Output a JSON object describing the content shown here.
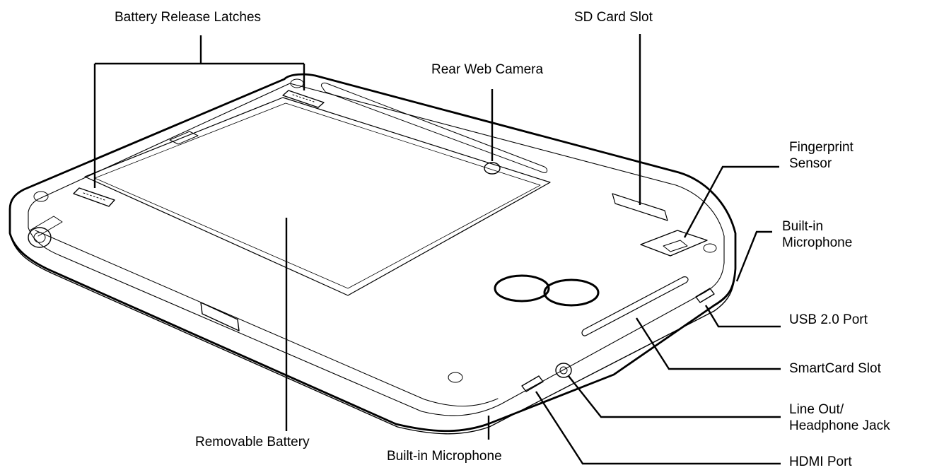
{
  "callouts": {
    "battery_release_latches": {
      "lines": [
        "Battery Release Latches"
      ]
    },
    "sd_card_slot": {
      "lines": [
        "SD Card Slot"
      ]
    },
    "rear_web_camera": {
      "lines": [
        "Rear Web Camera"
      ]
    },
    "fingerprint_sensor": {
      "lines": [
        "Fingerprint",
        "Sensor"
      ]
    },
    "builtin_microphone_right": {
      "lines": [
        "Built-in",
        "Microphone"
      ]
    },
    "usb_port": {
      "lines": [
        "USB 2.0 Port"
      ]
    },
    "smartcard_slot": {
      "lines": [
        "SmartCard Slot"
      ]
    },
    "line_out_jack": {
      "lines": [
        "Line Out/",
        "Headphone Jack"
      ]
    },
    "hdmi_port": {
      "lines": [
        "HDMI Port"
      ]
    },
    "builtin_microphone_bottom": {
      "lines": [
        "Built-in Microphone"
      ]
    },
    "removable_battery": {
      "lines": [
        "Removable Battery"
      ]
    }
  },
  "colors": {
    "stroke": "#000000",
    "background": "#ffffff"
  }
}
